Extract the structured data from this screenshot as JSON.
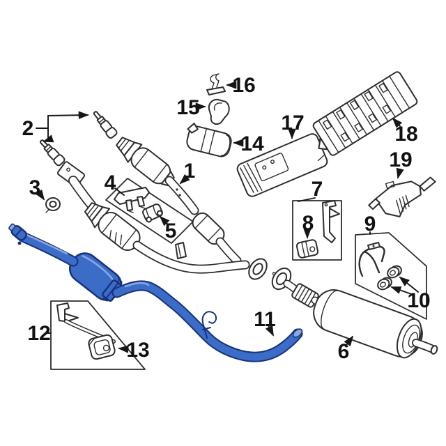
{
  "colors": {
    "background": "#ffffff",
    "line": "#2d2d2d",
    "highlight": "#3b6cc7",
    "highlight_dark": "#17327a",
    "highlight_light": "#8aa8e0"
  },
  "callouts": [
    {
      "n": "1"
    },
    {
      "n": "2"
    },
    {
      "n": "3"
    },
    {
      "n": "4"
    },
    {
      "n": "5"
    },
    {
      "n": "6"
    },
    {
      "n": "7"
    },
    {
      "n": "8"
    },
    {
      "n": "9"
    },
    {
      "n": "10"
    },
    {
      "n": "11"
    },
    {
      "n": "12"
    },
    {
      "n": "13"
    },
    {
      "n": "14"
    },
    {
      "n": "15"
    },
    {
      "n": "16"
    },
    {
      "n": "17"
    },
    {
      "n": "18"
    },
    {
      "n": "19"
    }
  ]
}
